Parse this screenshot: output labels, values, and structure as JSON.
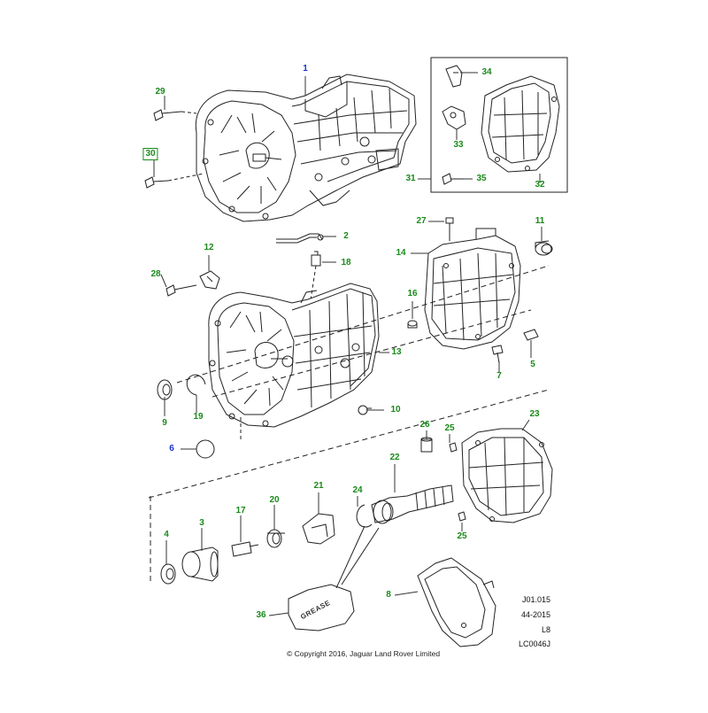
{
  "diagram": {
    "callouts": [
      {
        "id": "1",
        "color": "blue"
      },
      {
        "id": "29",
        "color": "green"
      },
      {
        "id": "30",
        "color": "green",
        "boxed": true
      },
      {
        "id": "34",
        "color": "green"
      },
      {
        "id": "33",
        "color": "green"
      },
      {
        "id": "31",
        "color": "green"
      },
      {
        "id": "35",
        "color": "green"
      },
      {
        "id": "32",
        "color": "green"
      },
      {
        "id": "27",
        "color": "green"
      },
      {
        "id": "11",
        "color": "green"
      },
      {
        "id": "2",
        "color": "green"
      },
      {
        "id": "12",
        "color": "green"
      },
      {
        "id": "14",
        "color": "green"
      },
      {
        "id": "18",
        "color": "green"
      },
      {
        "id": "28",
        "color": "green"
      },
      {
        "id": "16",
        "color": "green"
      },
      {
        "id": "13",
        "color": "green"
      },
      {
        "id": "9",
        "color": "green"
      },
      {
        "id": "19",
        "color": "green"
      },
      {
        "id": "7",
        "color": "green"
      },
      {
        "id": "5",
        "color": "green"
      },
      {
        "id": "10",
        "color": "green"
      },
      {
        "id": "6",
        "color": "blue"
      },
      {
        "id": "26",
        "color": "green"
      },
      {
        "id": "25",
        "color": "green"
      },
      {
        "id": "23",
        "color": "green"
      },
      {
        "id": "22",
        "color": "green"
      },
      {
        "id": "21",
        "color": "green"
      },
      {
        "id": "24",
        "color": "green"
      },
      {
        "id": "20",
        "color": "green"
      },
      {
        "id": "17",
        "color": "green"
      },
      {
        "id": "3",
        "color": "green"
      },
      {
        "id": "4",
        "color": "green"
      },
      {
        "id": "25b",
        "label": "25",
        "color": "green"
      },
      {
        "id": "8",
        "color": "green"
      },
      {
        "id": "36",
        "color": "green"
      }
    ],
    "grease_label": "GREASE",
    "reference": [
      "J01.015",
      "44-2015",
      "L8",
      "LC0046J"
    ],
    "copyright": "© Copyright 2016, Jaguar Land Rover Limited",
    "colors": {
      "green": "#1a8a1a",
      "blue": "#1a33cc",
      "line": "#222222",
      "fill": "#ffffff"
    }
  }
}
